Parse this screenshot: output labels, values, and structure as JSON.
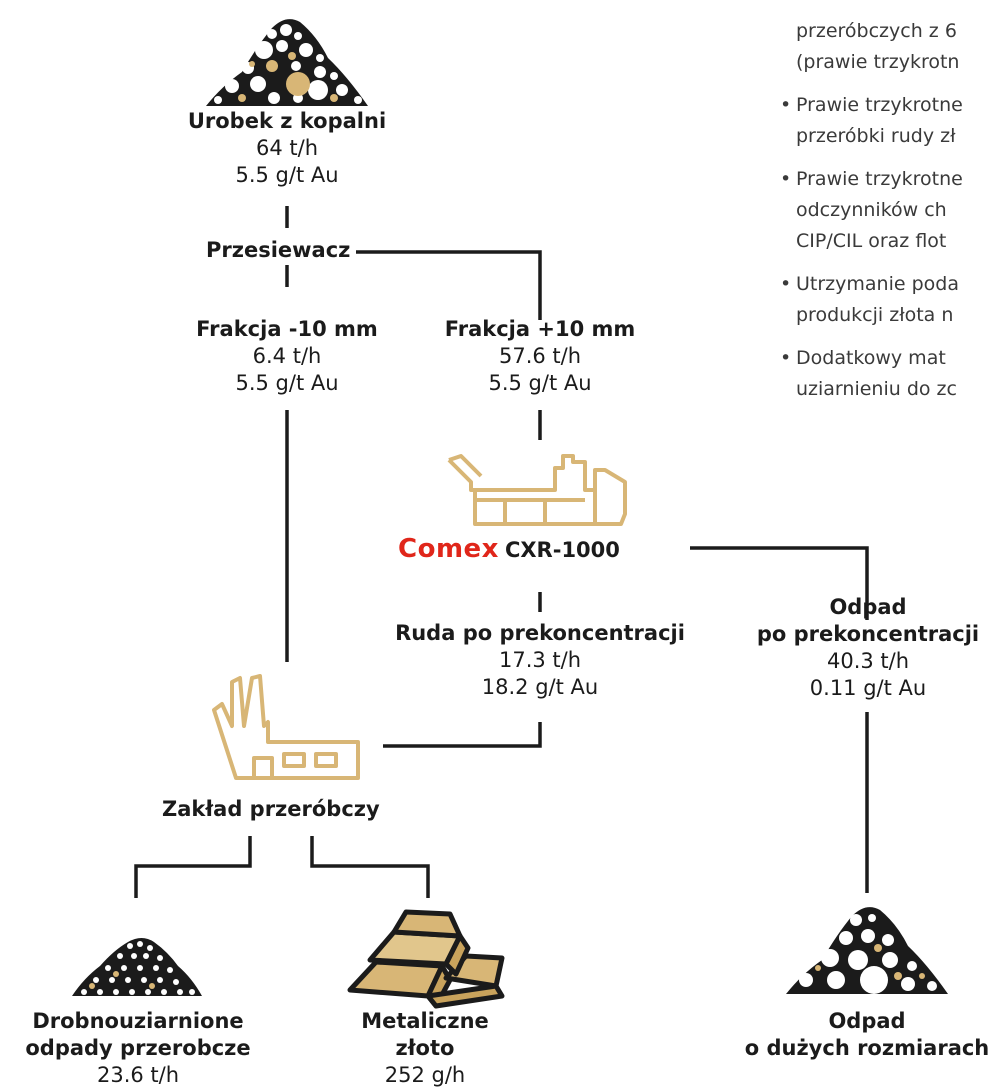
{
  "colors": {
    "gold": "#d8b676",
    "dark": "#1b1b1b",
    "brand": "#e0261a",
    "line": "#1b1b1b"
  },
  "bullets": [
    "przeróbczych z 6",
    "(prawie trzykrotn",
    "Prawie trzykrotne\nprzeróbki rudy zł",
    "Prawie trzykrotne\nodczynników ch\nCIP/CIL oraz flot",
    "Utrzymanie poda\nprodukcji złota n",
    "Dodatkowy mat\nuziarnieniu do zc"
  ],
  "nodes": {
    "mine": {
      "title": "Urobek z kopalni",
      "l1": "64 t/h",
      "l2": "5.5 g/t Au",
      "icon": "ore-pile-icon"
    },
    "screen": {
      "title": "Przesiewacz"
    },
    "fine": {
      "title": "Frakcja -10 mm",
      "l1": "6.4 t/h",
      "l2": "5.5 g/t Au"
    },
    "coarse": {
      "title": "Frakcja +10 mm",
      "l1": "57.6 t/h",
      "l2": "5.5 g/t Au"
    },
    "sorter": {
      "brand": "Comex",
      "model": "CXR-1000",
      "icon": "sorter-machine-icon"
    },
    "preconc": {
      "title": "Ruda po prekoncentracji",
      "l1": "17.3 t/h",
      "l2": "18.2 g/t Au"
    },
    "waste": {
      "title1": "Odpad",
      "title2": "po prekoncentracji",
      "l1": "40.3 t/h",
      "l2": "0.11 g/t Au"
    },
    "plant": {
      "title": "Zakład przeróbczy",
      "icon": "factory-icon"
    },
    "tailings": {
      "title1": "Drobnouziarnione",
      "title2": "odpady przerobcze",
      "l1": "23.6 t/h",
      "icon": "fine-tailings-pile-icon"
    },
    "gold": {
      "title1": "Metaliczne",
      "title2": "złoto",
      "l1": "252 g/h",
      "icon": "gold-bars-icon"
    },
    "bigwaste": {
      "title1": "Odpad",
      "title2": "o dużych rozmiarach",
      "icon": "coarse-waste-pile-icon"
    }
  }
}
